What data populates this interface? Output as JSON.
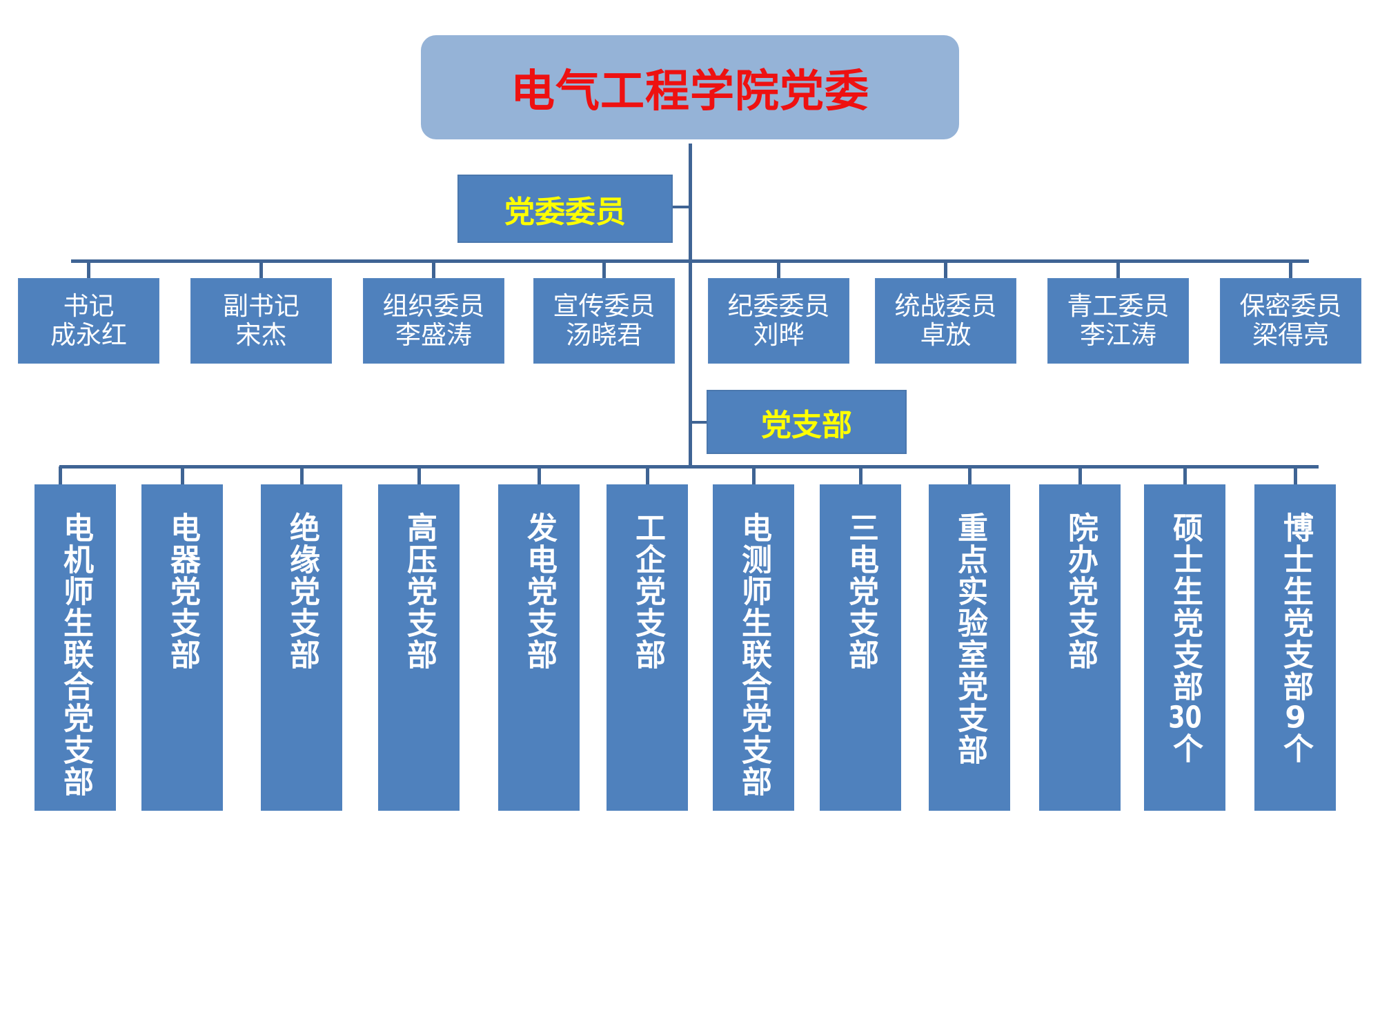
{
  "title": "电气工程学院党委",
  "committee_label": "党委委员",
  "branch_label": "党支部",
  "members": [
    {
      "role": "书记",
      "name": "成永红"
    },
    {
      "role": "副书记",
      "name": "宋杰"
    },
    {
      "role": "组织委员",
      "name": "李盛涛"
    },
    {
      "role": "宣传委员",
      "name": "汤晓君"
    },
    {
      "role": "纪委委员",
      "name": "刘晔"
    },
    {
      "role": "统战委员",
      "name": "卓放"
    },
    {
      "role": "青工委员",
      "name": "李江涛"
    },
    {
      "role": "保密委员",
      "name": "梁得亮"
    }
  ],
  "branches": [
    "电机师生联合党支部",
    "电器党支部",
    "绝缘党支部",
    "高压党支部",
    "发电党支部",
    "工企党支部",
    "电测师生联合党支部",
    "三电党支部",
    "重点实验室党支部",
    "院办党支部",
    "硕士生党支部30个",
    "博士生党支部9个"
  ],
  "colors": {
    "box": "#4f81bd",
    "title_bg": "#95b3d7",
    "title_text": "#ee1111",
    "group_text": "#ffff00",
    "line": "#3f6494"
  }
}
